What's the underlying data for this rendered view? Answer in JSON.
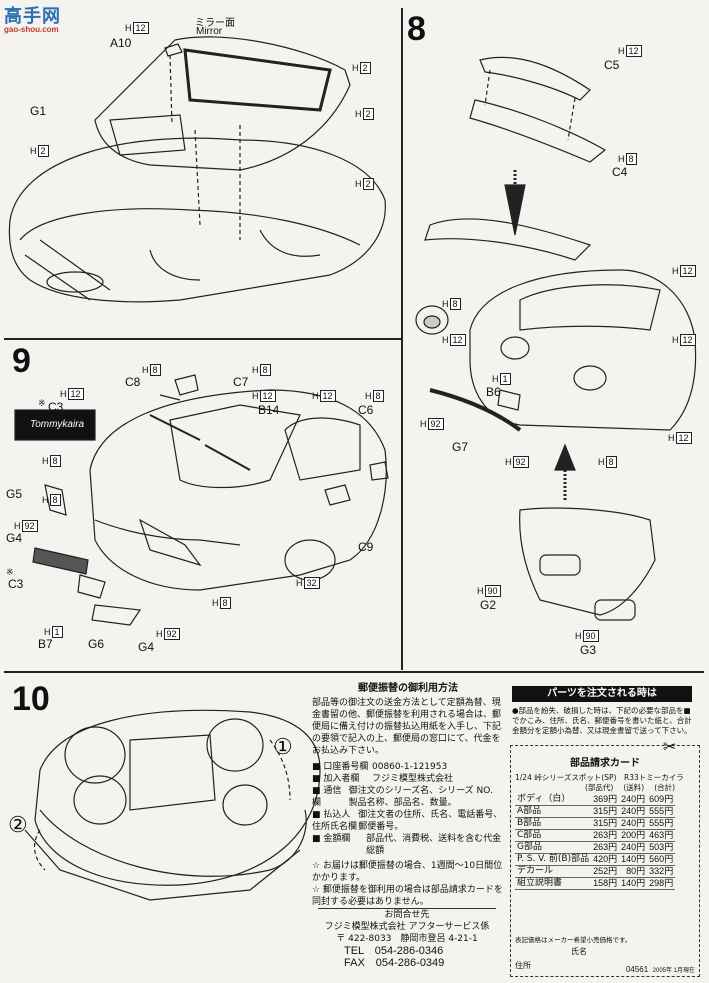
{
  "watermark": {
    "title": "高手网",
    "subtitle": "gao-shou.com"
  },
  "steps": {
    "s8": "8",
    "s9": "9",
    "s10": "10"
  },
  "step7": {
    "mirror_ja": "ミラー面",
    "mirror_en": "Mirror",
    "labels": {
      "a10": "A10",
      "g1": "G1"
    },
    "h": {
      "h1": "12",
      "h2": "2",
      "h3": "2",
      "h4": "2",
      "h5": "2"
    }
  },
  "step8": {
    "labels": {
      "c5": "C5",
      "c4": "C4",
      "b6": "B6",
      "g7": "G7",
      "g2": "G2",
      "g3": "G3"
    },
    "h": {
      "c5": "12",
      "c4": "8",
      "mid1": "12",
      "mid2": "12",
      "inset1": "8",
      "inset2": "12",
      "b6": "1",
      "g7": "92",
      "g7b": "92",
      "tail": "8",
      "right": "12",
      "g2": "90",
      "g3": "90"
    }
  },
  "step9": {
    "labels": {
      "c8": "C8",
      "c7": "C7",
      "c3a": "C3",
      "b14": "B14",
      "c6": "C6",
      "g5": "G5",
      "g4a": "G4",
      "c3b": "C3",
      "c9": "C9",
      "b7": "B7",
      "g6": "G6",
      "g4b": "G4"
    },
    "emblem_text": "Tommykaira",
    "star": "※",
    "h": {
      "c8": "8",
      "c7": "8",
      "c3": "12",
      "c3b": "8",
      "b14": "12",
      "c6a": "12",
      "c6b": "8",
      "g5": "8",
      "g4": "92",
      "c9": "32",
      "b7": "1",
      "g6": "8",
      "g4b": "92"
    }
  },
  "step10": {
    "circle1": "①",
    "circle2": "②"
  },
  "payment": {
    "title": "郵便振替の御利用方法",
    "intro": "部品等の御注文の送金方法として定額為替、現金書留の他、郵便振替を利用される場合は、郵便局に備え付けの振替払込用紙を入手し、下記の要領で記入の上、郵便局の窓口にて、代金をお払込み下さい。",
    "rows": [
      {
        "key": "■ 口座番号欄",
        "val": "00860-1-121953"
      },
      {
        "key": "■ 加入者欄",
        "val": "フジミ模型株式会社"
      },
      {
        "key": "■ 通信欄",
        "val": "御注文のシリーズ名、シリーズ NO. 製品名称、部品名、数量。"
      },
      {
        "key": "■ 払込人住所氏名欄",
        "val": "御注文者の住所、氏名、電話番号、郵便番号。"
      },
      {
        "key": "■ 金額欄",
        "val": "部品代、消費税、送料を含む代金総額"
      }
    ],
    "notes": [
      "☆ お届けは郵便振替の場合、1週間〜10日間位かかります。",
      "☆ 郵便振替を御利用の場合は部品請求カードを同封する必要はありません。"
    ],
    "contact_head": "お問合せ先",
    "company": "フジミ模型株式会社 アフターサービス係",
    "address": "〒 422-8033　静岡市登呂 4-21-1",
    "tel": "TEL　054-286-0346",
    "fax": "FAX　054-286-0349"
  },
  "order": {
    "header": "パーツを注文される時は",
    "intro": "●部品を紛失、破損した時は、下記の必要な部品を■でかこみ、住所、氏名、郵便番号を書いた紙と、合計金額分を定額小為替、又は現金書留で送って下さい。",
    "card_title": "部品請求カード",
    "card_sub": "1/24 峠シリーズスポット(SP)　R33トミーカイラ",
    "card_cols": [
      "(部品代)",
      "(送料)",
      "(合計)"
    ],
    "parts": [
      {
        "name": "ボディ（白）",
        "price": "369円",
        "ship": "240円",
        "total": "609円"
      },
      {
        "name": "A部品",
        "price": "315円",
        "ship": "240円",
        "total": "555円"
      },
      {
        "name": "B部品",
        "price": "315円",
        "ship": "240円",
        "total": "555円"
      },
      {
        "name": "C部品",
        "price": "263円",
        "ship": "200円",
        "total": "463円"
      },
      {
        "name": "G部品",
        "price": "263円",
        "ship": "240円",
        "total": "503円"
      },
      {
        "name": "P. S. V. 前(B)部品",
        "price": "420円",
        "ship": "140円",
        "total": "560円"
      },
      {
        "name": "デカール",
        "price": "252円",
        "ship": "80円",
        "total": "332円"
      },
      {
        "name": "組立説明書",
        "price": "158円",
        "ship": "140円",
        "total": "298円"
      }
    ],
    "card_note": "表記価格はメーカー希望小売価格です。",
    "name_label": "氏名",
    "address_label": "住所",
    "code": "04561",
    "date": "2005年 1月現在"
  }
}
